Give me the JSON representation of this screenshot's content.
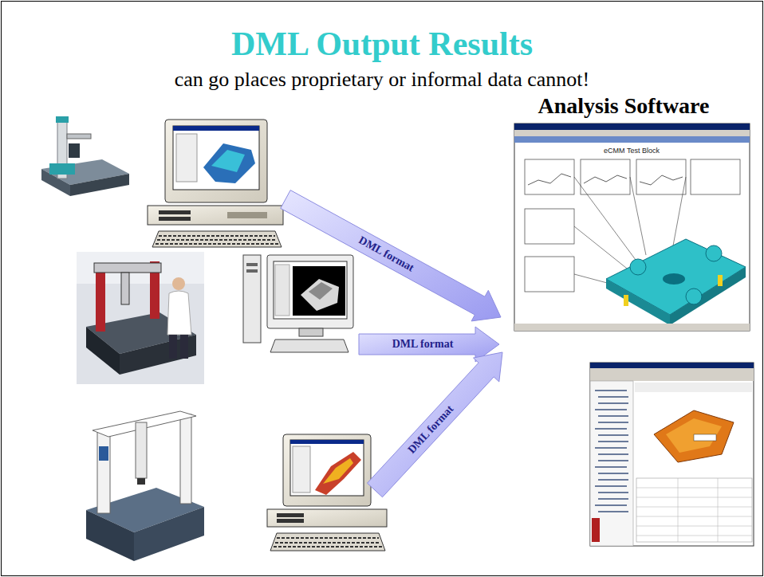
{
  "diagram": {
    "title": "DML Output Results",
    "labels": [
      "can go places proprietary or informal data cannot!",
      "Analysis Software",
      "DML format",
      "DML format",
      "DML format",
      "eCMM Test Block"
    ]
  }
}
